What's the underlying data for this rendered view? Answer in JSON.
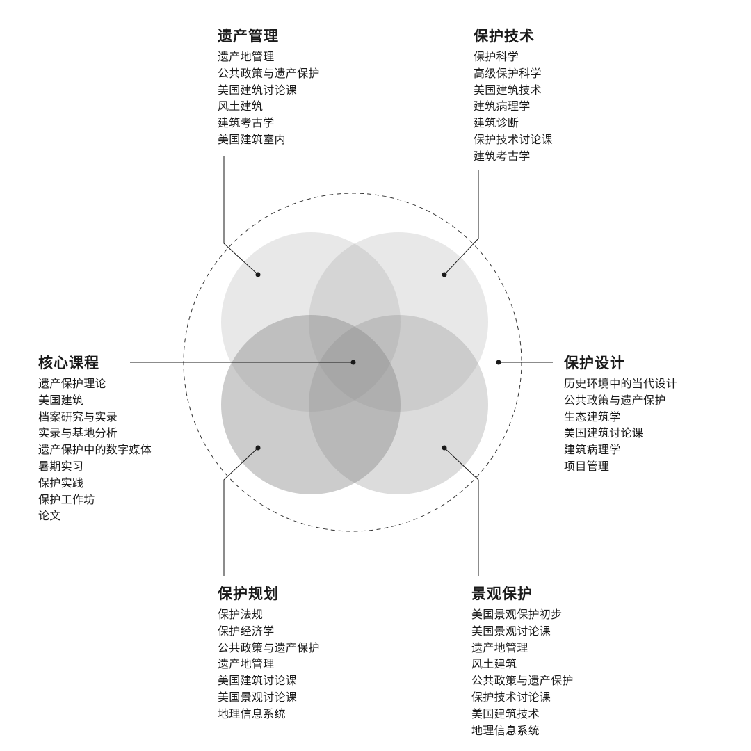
{
  "diagram": {
    "colors": {
      "circle_fill": "#8c8c8c",
      "line": "#1a1a1a",
      "dashed_ring": "#333333",
      "text": "#1a1a1a"
    }
  },
  "sections": {
    "heritage_management": {
      "title": "遗产管理",
      "items": [
        "遗产地管理",
        "公共政策与遗产保护",
        "美国建筑讨论课",
        "风土建筑",
        "建筑考古学",
        "美国建筑室内"
      ]
    },
    "conservation_technology": {
      "title": "保护技术",
      "items": [
        "保护科学",
        "高级保护科学",
        "美国建筑技术",
        "建筑病理学",
        "建筑诊断",
        "保护技术讨论课",
        "建筑考古学"
      ]
    },
    "core_curriculum": {
      "title": "核心课程",
      "items": [
        "遗产保护理论",
        "美国建筑",
        "档案研究与实录",
        "实录与基地分析",
        "遗产保护中的数字媒体",
        "暑期实习",
        "保护实践",
        "保护工作坊",
        "论文"
      ]
    },
    "conservation_design": {
      "title": "保护设计",
      "items": [
        "历史环境中的当代设计",
        "公共政策与遗产保护",
        "生态建筑学",
        "美国建筑讨论课",
        "建筑病理学",
        "项目管理"
      ]
    },
    "conservation_planning": {
      "title": "保护规划",
      "items": [
        "保护法规",
        "保护经济学",
        "公共政策与遗产保护",
        "遗产地管理",
        "美国建筑讨论课",
        "美国景观讨论课",
        "地理信息系统"
      ]
    },
    "landscape_conservation": {
      "title": "景观保护",
      "items": [
        "美国景观保护初步",
        "美国景观讨论课",
        "遗产地管理",
        "风土建筑",
        "公共政策与遗产保护",
        "保护技术讨论课",
        "美国建筑技术",
        "地理信息系统"
      ]
    }
  }
}
